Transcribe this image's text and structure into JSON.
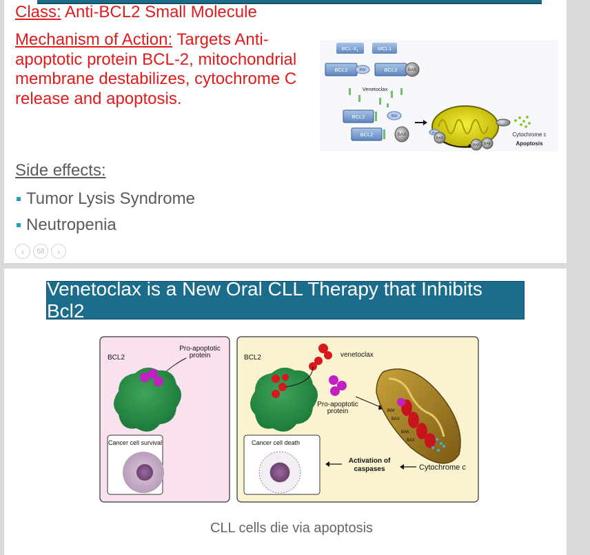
{
  "slide1": {
    "class_label": "Class:",
    "class_value": " Anti-BCL2 Small Molecule",
    "moa_label": "Mechanism of Action:",
    "moa_text": " Targets Anti-apoptotic protein BCL-2, mitochondrial membrane destabilizes, cytochrome C release and apoptosis.",
    "figure": {
      "bclxl": "BCL-X",
      "bclxl_sub": "L",
      "mcl1": "MCL1",
      "bcl2": "BCL2",
      "bim": "BIM",
      "bax": "BAX",
      "bak": "BAK",
      "venetoclax": "Venetoclax",
      "cytochrome": "Cytochrome c",
      "apoptosis": "Apoptosis"
    },
    "side_effects_title": "Side effects:",
    "side_effects": [
      "Tumor Lysis Syndrome",
      "Neutropenia"
    ],
    "page_number": "58"
  },
  "slide2": {
    "title": "Venetoclax is a New Oral CLL Therapy that Inhibits Bcl2",
    "figure": {
      "left_bcl2": "BCL2",
      "pro_apoptotic_1": "Pro-apoptotic",
      "pro_apoptotic_2": "protein",
      "survival": "Cancer cell survival",
      "right_bcl2": "BCL2",
      "venetoclax": "venetoclax",
      "death": "Cancer cell death",
      "bim": "BIM",
      "bax": "BAX",
      "bak": "BAK",
      "activation_1": "Activation of",
      "activation_2": "caspases",
      "cytochrome": "Cytochrome c"
    },
    "caption": "CLL cells die via apoptosis"
  },
  "colors": {
    "accent_red": "#e01b1b",
    "banner_blue": "#1c6c8c",
    "bullet_teal": "#2aa1b8"
  }
}
